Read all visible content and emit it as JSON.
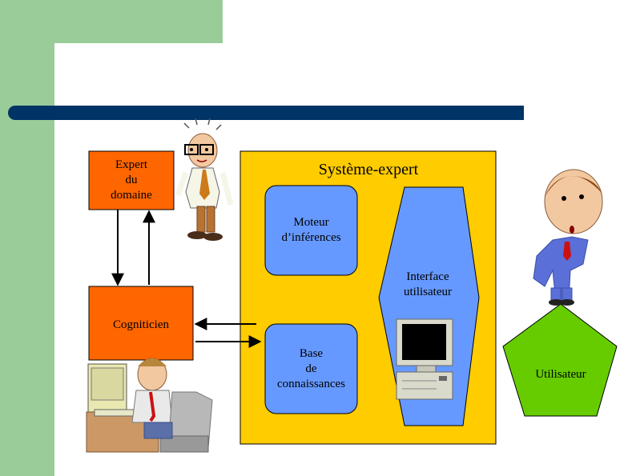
{
  "theme": {
    "side_green": "#99cc99",
    "top_bar": "#003366",
    "system_fill": "#ffcc00",
    "expert_fill": "#ff6600",
    "module_fill": "#6699ff",
    "user_fill": "#66cc00"
  },
  "diagram": {
    "expert_label": "Expert\ndu\ndomaine",
    "system_title": "Système-expert",
    "inference_label": "Moteur\nd’inférences",
    "interface_label": "Interface\nutilisateur",
    "cogniticien_label": "Cogniticien",
    "knowledge_label": "Base\nde\nconnaissances",
    "user_label": "Utilisateur"
  },
  "icons": {
    "expert_person": "stressed-man-icon",
    "cogniticien_person": "man-at-computer-icon",
    "user_person": "thinking-man-icon",
    "computer": "desktop-computer-icon"
  }
}
